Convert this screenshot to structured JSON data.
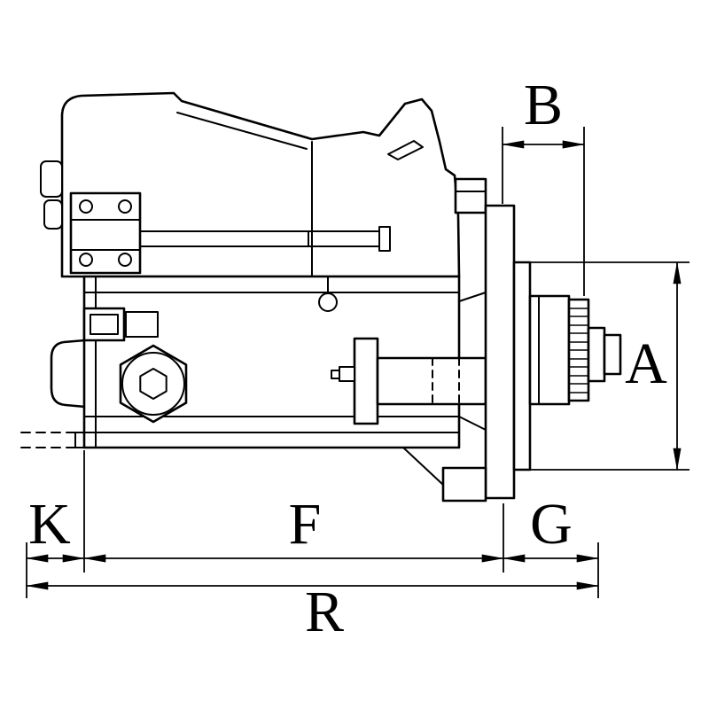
{
  "figure": {
    "type": "technical-dimension-drawing",
    "subject": "Starter motor side view with dimension callouts",
    "colors": {
      "line": "#000000",
      "background": "#ffffff"
    },
    "dimension_labels": {
      "b": "B",
      "a": "A",
      "k": "K",
      "f": "F",
      "g": "G",
      "r": "R"
    }
  }
}
